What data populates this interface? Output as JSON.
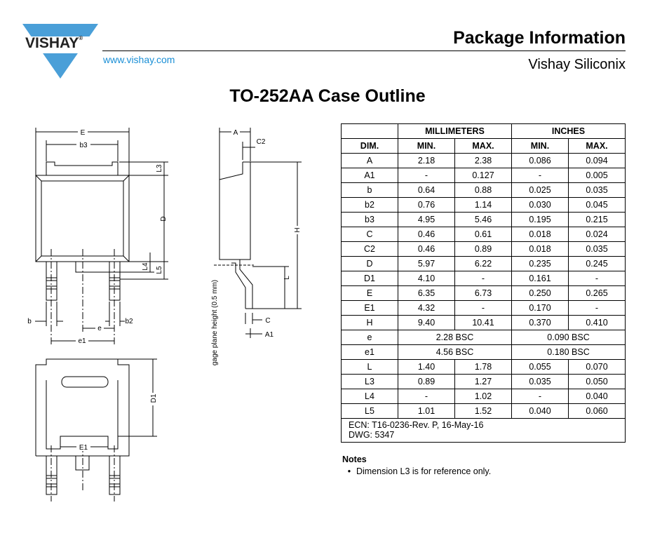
{
  "header": {
    "brand": "VISHAY",
    "website": "www.vishay.com",
    "doc_title": "Package Information",
    "company": "Vishay Siliconix",
    "colors": {
      "logo_blue": "#4a9fd8",
      "website_blue": "#1a8fd6"
    }
  },
  "page_title": "TO-252AA Case Outline",
  "drawing_labels": {
    "E": "E",
    "b3": "b3",
    "L3": "L3",
    "D": "D",
    "L4": "L4",
    "L5": "L5",
    "b": "b",
    "b2": "b2",
    "e": "e",
    "e1": "e1",
    "A": "A",
    "C2": "C2",
    "H": "H",
    "L": "L",
    "C": "C",
    "A1": "A1",
    "gage": "gage plane height (0.5 mm)",
    "D1": "D1",
    "E1": "E1"
  },
  "table": {
    "col_group_mm": "MILLIMETERS",
    "col_group_in": "INCHES",
    "headers": [
      "DIM.",
      "MIN.",
      "MAX.",
      "MIN.",
      "MAX."
    ],
    "rows": [
      {
        "dim": "A",
        "mm_min": "2.18",
        "mm_max": "2.38",
        "in_min": "0.086",
        "in_max": "0.094"
      },
      {
        "dim": "A1",
        "mm_min": "-",
        "mm_max": "0.127",
        "in_min": "-",
        "in_max": "0.005"
      },
      {
        "dim": "b",
        "mm_min": "0.64",
        "mm_max": "0.88",
        "in_min": "0.025",
        "in_max": "0.035"
      },
      {
        "dim": "b2",
        "mm_min": "0.76",
        "mm_max": "1.14",
        "in_min": "0.030",
        "in_max": "0.045"
      },
      {
        "dim": "b3",
        "mm_min": "4.95",
        "mm_max": "5.46",
        "in_min": "0.195",
        "in_max": "0.215"
      },
      {
        "dim": "C",
        "mm_min": "0.46",
        "mm_max": "0.61",
        "in_min": "0.018",
        "in_max": "0.024"
      },
      {
        "dim": "C2",
        "mm_min": "0.46",
        "mm_max": "0.89",
        "in_min": "0.018",
        "in_max": "0.035"
      },
      {
        "dim": "D",
        "mm_min": "5.97",
        "mm_max": "6.22",
        "in_min": "0.235",
        "in_max": "0.245"
      },
      {
        "dim": "D1",
        "mm_min": "4.10",
        "mm_max": "-",
        "in_min": "0.161",
        "in_max": "-"
      },
      {
        "dim": "E",
        "mm_min": "6.35",
        "mm_max": "6.73",
        "in_min": "0.250",
        "in_max": "0.265"
      },
      {
        "dim": "E1",
        "mm_min": "4.32",
        "mm_max": "-",
        "in_min": "0.170",
        "in_max": "-"
      },
      {
        "dim": "H",
        "mm_min": "9.40",
        "mm_max": "10.41",
        "in_min": "0.370",
        "in_max": "0.410"
      },
      {
        "dim": "e",
        "mm_bsc": "2.28 BSC",
        "in_bsc": "0.090 BSC"
      },
      {
        "dim": "e1",
        "mm_bsc": "4.56 BSC",
        "in_bsc": "0.180 BSC"
      },
      {
        "dim": "L",
        "mm_min": "1.40",
        "mm_max": "1.78",
        "in_min": "0.055",
        "in_max": "0.070"
      },
      {
        "dim": "L3",
        "mm_min": "0.89",
        "mm_max": "1.27",
        "in_min": "0.035",
        "in_max": "0.050"
      },
      {
        "dim": "L4",
        "mm_min": "-",
        "mm_max": "1.02",
        "in_min": "-",
        "in_max": "0.040"
      },
      {
        "dim": "L5",
        "mm_min": "1.01",
        "mm_max": "1.52",
        "in_min": "0.040",
        "in_max": "0.060"
      }
    ],
    "ecn": "ECN: T16-0236-Rev. P, 16-May-16",
    "dwg": "DWG: 5347"
  },
  "notes": {
    "title": "Notes",
    "items": [
      "Dimension L3 is for reference only."
    ]
  }
}
